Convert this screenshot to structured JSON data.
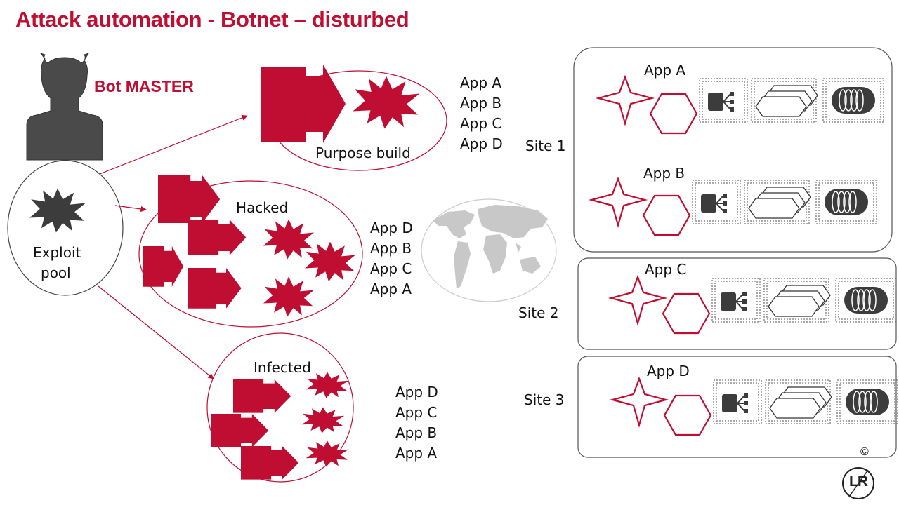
{
  "title": "Attack automation - Botnet – disturbed",
  "bot_master_label": "Bot MASTER",
  "exploit_pool": {
    "line1": "Exploit",
    "line2": "pool"
  },
  "groups": {
    "purpose_build": {
      "label": "Purpose build",
      "apps": [
        "App A",
        "App B",
        "App C",
        "App D"
      ]
    },
    "hacked": {
      "label": "Hacked",
      "apps": [
        "App D",
        "App B",
        "App C",
        "App A"
      ]
    },
    "infected": {
      "label": "Infected",
      "apps": [
        "App D",
        "App C",
        "App B",
        "App A"
      ]
    }
  },
  "sites": [
    {
      "label": "Site 1",
      "apps": [
        "App A",
        "App B"
      ]
    },
    {
      "label": "Site 2",
      "apps": [
        "App C"
      ]
    },
    {
      "label": "Site 3",
      "apps": [
        "App D"
      ]
    }
  ],
  "copyright": "©",
  "logo_text": "LR",
  "colors": {
    "accent": "#c00d32",
    "dark": "#3c3c3c",
    "line": "#555555",
    "map": "#c8c8c8"
  }
}
